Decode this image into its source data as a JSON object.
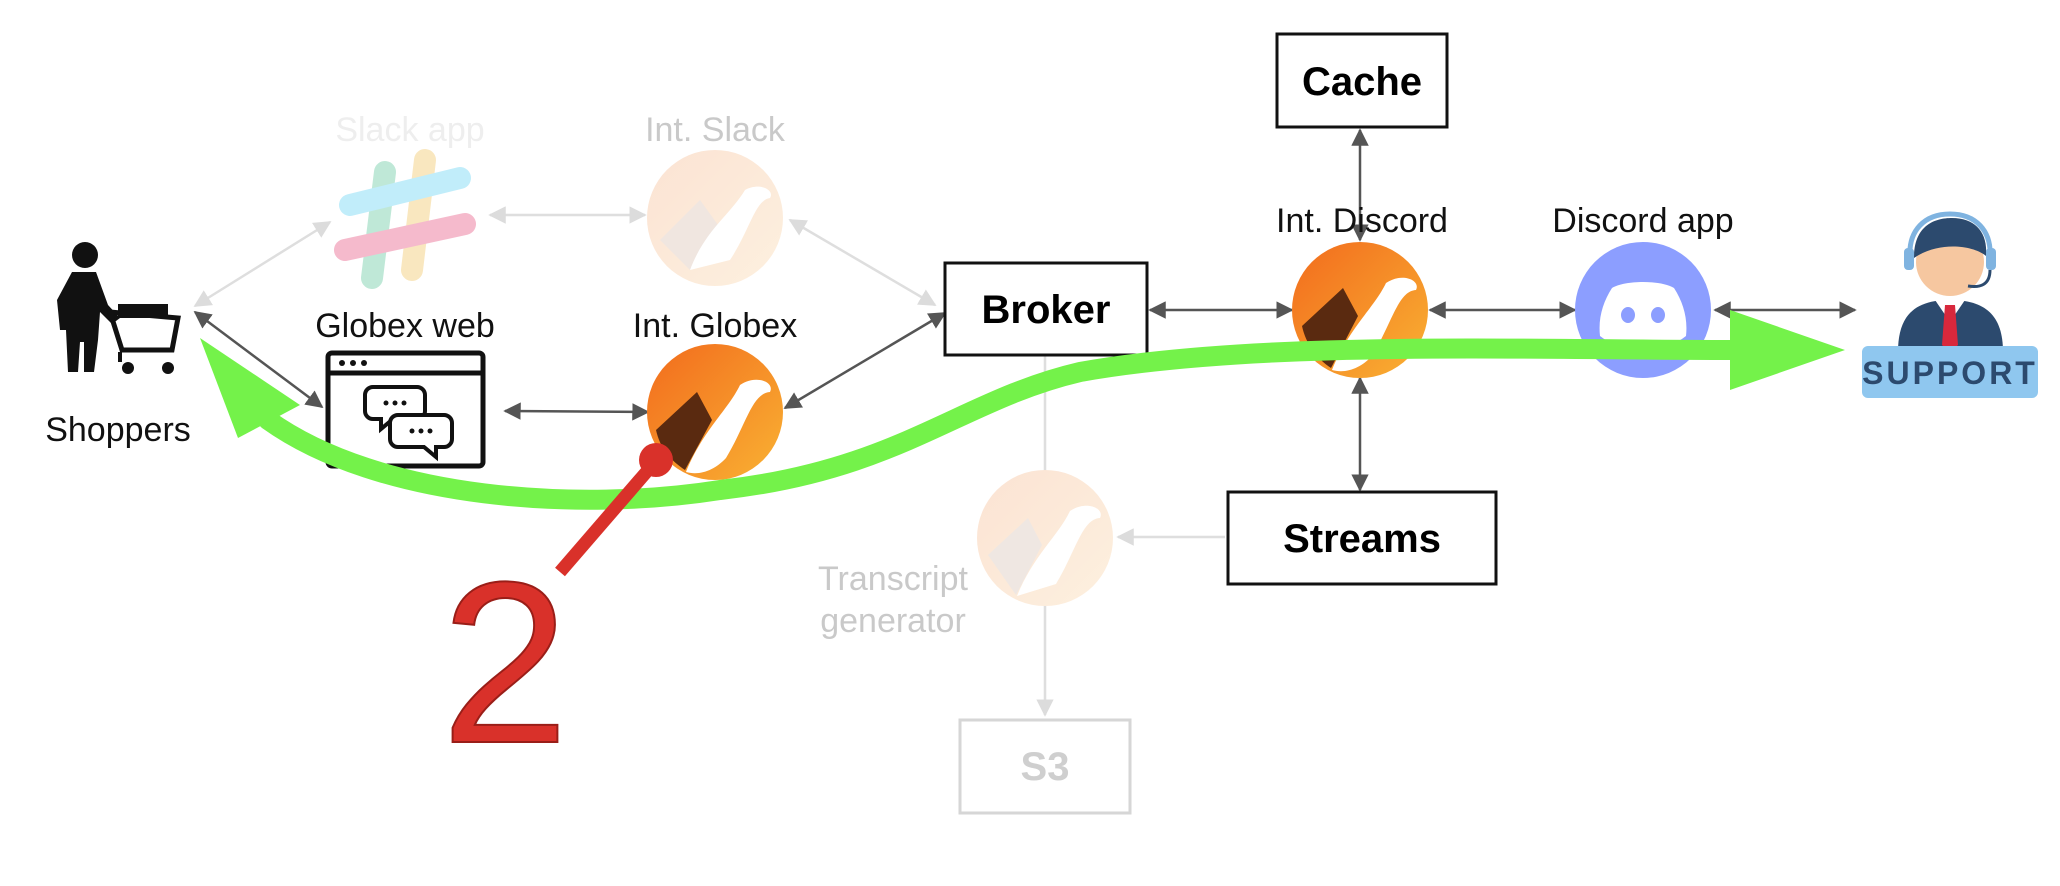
{
  "nodes": {
    "shoppers": "Shoppers",
    "slack_app": "Slack app",
    "int_slack": "Int. Slack",
    "globex_web": "Globex web",
    "int_globex": "Int. Globex",
    "broker": "Broker",
    "cache": "Cache",
    "int_discord": "Int. Discord",
    "discord_app": "Discord app",
    "support": "SUPPORT",
    "streams": "Streams",
    "transcript_line1": "Transcript",
    "transcript_line2": "generator",
    "s3": "S3"
  },
  "step_number": "2",
  "colors": {
    "flow_arrow": "#74f24a",
    "step_marker": "#d9312a",
    "camel_orange": "#f08a1c",
    "discord_blue": "#8c9eff",
    "support_badge": "#8fc7ef",
    "faded": "#d8d8d8",
    "connector": "#555555"
  },
  "icons": [
    "shopper-cart-icon",
    "slack-icon",
    "chat-window-icon",
    "camel-icon",
    "discord-icon",
    "support-agent-icon"
  ]
}
